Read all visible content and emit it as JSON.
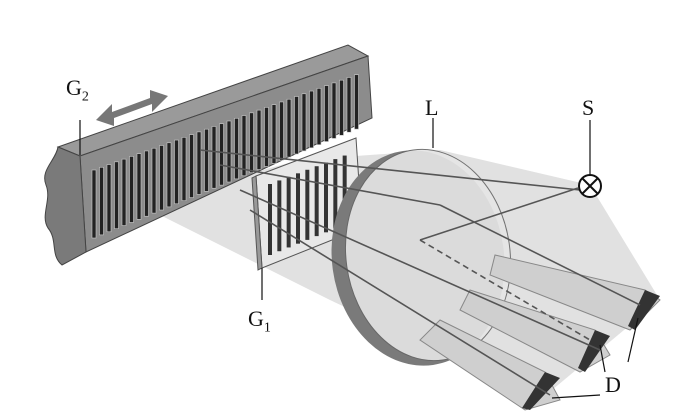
{
  "labels": {
    "g2": "G",
    "g2_sub": "2",
    "g1": "G",
    "g1_sub": "1",
    "lens": "L",
    "source": "S",
    "detectors": "D"
  },
  "colors": {
    "bar": "#8a8a8a",
    "bar_dark": "#5a5a5a",
    "light": "#d9d9d9",
    "lens": "#e4e4e4",
    "rim": "#777777"
  }
}
